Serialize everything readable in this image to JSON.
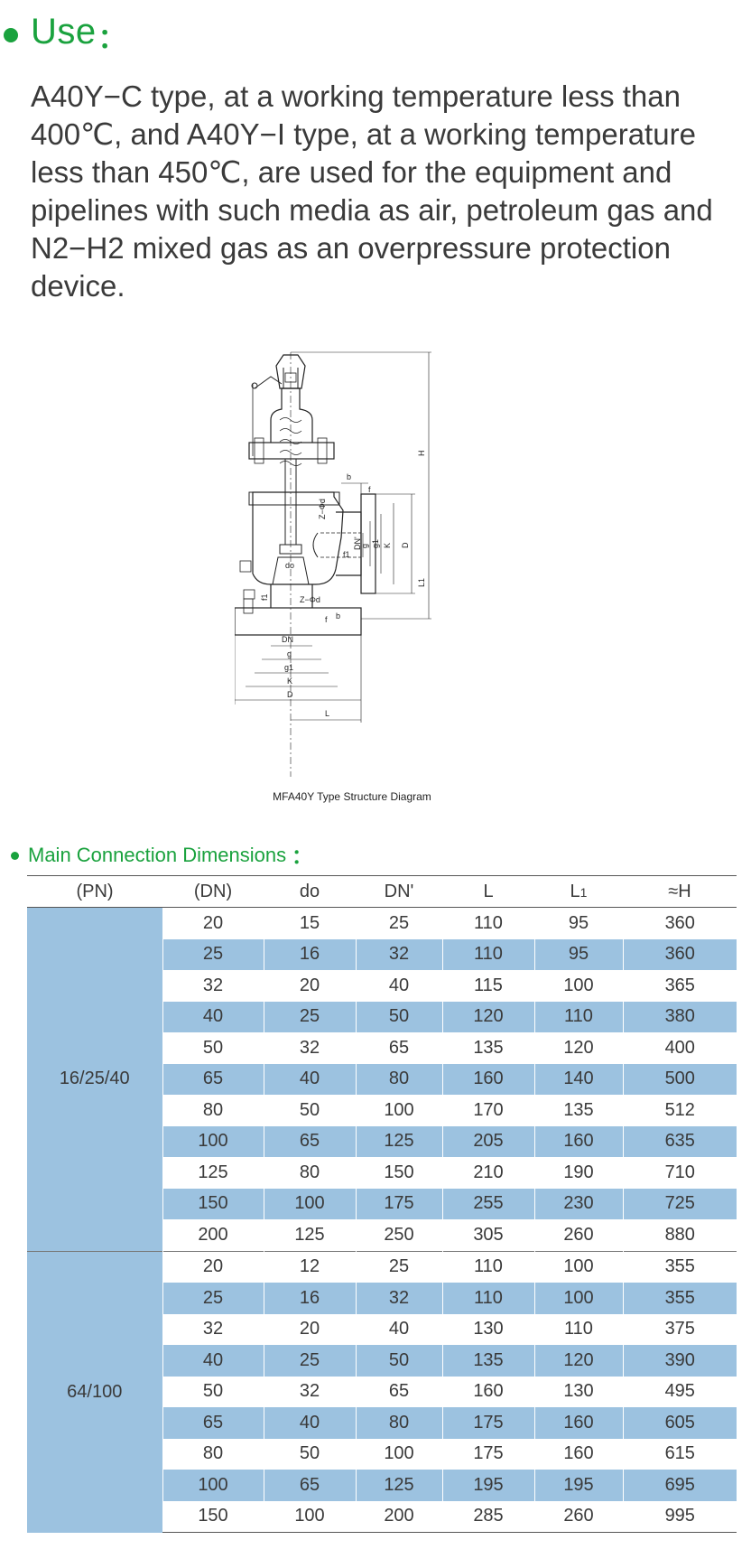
{
  "use_section": {
    "title": "Use",
    "colon": "：",
    "text": "A40Y−C type, at a working temperature less than 400℃, and A40Y−I type, at a working temperature less than 450℃, are used for the equipment and pipelines with such media as air, petroleum gas and N2−H2 mixed gas as an overpressure protection device."
  },
  "diagram": {
    "caption": "MFA40Y Type Structure Diagram",
    "labels": {
      "H": "H",
      "L1": "L1",
      "D": "D",
      "K": "K",
      "g1": "g1",
      "g": "g",
      "DN_prime": "DN'",
      "f1": "f1",
      "b": "b",
      "f": "f",
      "zd_top": "Z−Φd",
      "zd_bottom": "Z−Φd",
      "do": "do",
      "DN": "DN",
      "L": "L",
      "b_bottom": "b",
      "f_bottom": "f",
      "f1_bottom": "f1"
    }
  },
  "dimensions_section": {
    "title": "Main Connection Dimensions",
    "colon": "：",
    "headers": {
      "pn": "(PN)",
      "dn": "(DN)",
      "do": "do",
      "dn_prime": "DN'",
      "l": "L",
      "l1_main": "L",
      "l1_sub": "1",
      "h": "≈H"
    },
    "groups": [
      {
        "pn": "16/25/40",
        "rows": [
          [
            "20",
            "15",
            "25",
            "110",
            "95",
            "360"
          ],
          [
            "25",
            "16",
            "32",
            "110",
            "95",
            "360"
          ],
          [
            "32",
            "20",
            "40",
            "115",
            "100",
            "365"
          ],
          [
            "40",
            "25",
            "50",
            "120",
            "110",
            "380"
          ],
          [
            "50",
            "32",
            "65",
            "135",
            "120",
            "400"
          ],
          [
            "65",
            "40",
            "80",
            "160",
            "140",
            "500"
          ],
          [
            "80",
            "50",
            "100",
            "170",
            "135",
            "512"
          ],
          [
            "100",
            "65",
            "125",
            "205",
            "160",
            "635"
          ],
          [
            "125",
            "80",
            "150",
            "210",
            "190",
            "710"
          ],
          [
            "150",
            "100",
            "175",
            "255",
            "230",
            "725"
          ],
          [
            "200",
            "125",
            "250",
            "305",
            "260",
            "880"
          ]
        ]
      },
      {
        "pn": "64/100",
        "rows": [
          [
            "20",
            "12",
            "25",
            "110",
            "100",
            "355"
          ],
          [
            "25",
            "16",
            "32",
            "110",
            "100",
            "355"
          ],
          [
            "32",
            "20",
            "40",
            "130",
            "110",
            "375"
          ],
          [
            "40",
            "25",
            "50",
            "135",
            "120",
            "390"
          ],
          [
            "50",
            "32",
            "65",
            "160",
            "130",
            "495"
          ],
          [
            "65",
            "40",
            "80",
            "175",
            "160",
            "605"
          ],
          [
            "80",
            "50",
            "100",
            "175",
            "160",
            "615"
          ],
          [
            "100",
            "65",
            "125",
            "195",
            "195",
            "695"
          ],
          [
            "150",
            "100",
            "200",
            "285",
            "260",
            "995"
          ]
        ]
      }
    ]
  }
}
